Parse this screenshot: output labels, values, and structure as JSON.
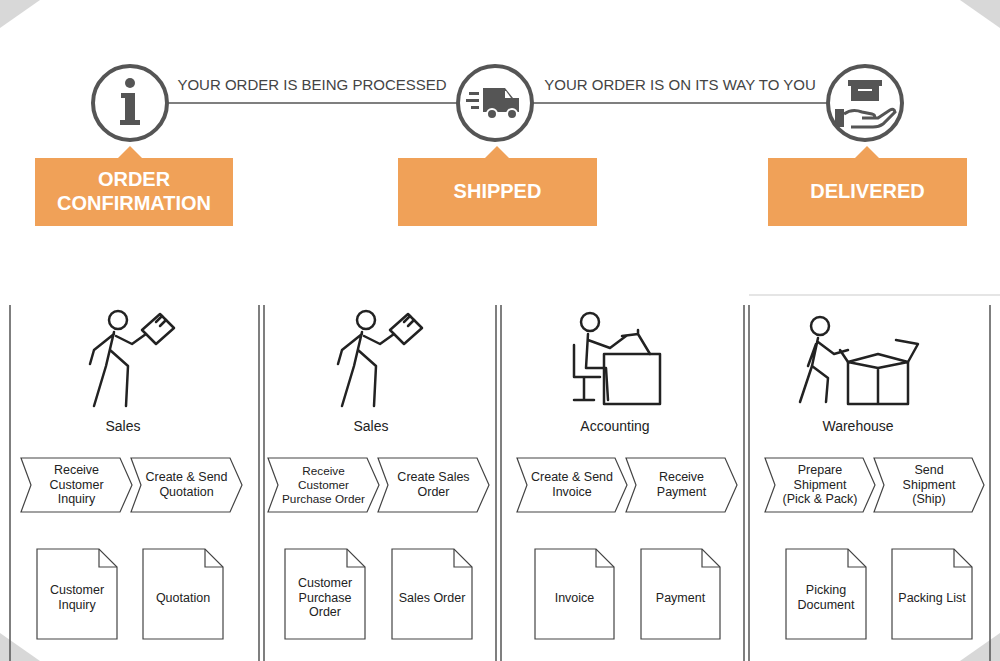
{
  "diagram": {
    "nodes": [
      {
        "text": [
          "ORDER CONFIRMATION"
        ]
      },
      {
        "text": [
          "SHIPPED"
        ]
      },
      {
        "text": [
          "DELIVERED"
        ]
      },
      {
        "text": [
          "Receive Customer Inquiry"
        ]
      },
      {
        "text": [
          "Create & Send Quotation"
        ]
      },
      {
        "text": [
          "Receive Customer Purchase Order"
        ]
      },
      {
        "text": [
          "Create Sales Order"
        ]
      },
      {
        "text": [
          "Create & Send Invoice"
        ]
      },
      {
        "text": [
          "Receive Payment"
        ]
      },
      {
        "text": [
          "Prepare Shipment (Pick & Pack)"
        ]
      },
      {
        "text": [
          "Send Shipment (Ship)"
        ]
      },
      {
        "text": [
          "Customer Inquiry"
        ]
      },
      {
        "text": [
          "Quotation"
        ]
      },
      {
        "text": [
          "Customer Purchase Order"
        ]
      },
      {
        "text": [
          "Sales Order"
        ]
      },
      {
        "text": [
          "Invoice"
        ]
      },
      {
        "text": [
          "Payment"
        ]
      },
      {
        "text": [
          "Picking Document"
        ]
      },
      {
        "text": [
          "Packing List"
        ]
      }
    ],
    "labels": [
      "YOUR ORDER IS BEING PROCESSED",
      "YOUR ORDER IS ON ITS WAY TO YOU",
      "Sales",
      "Sales",
      "Accounting",
      "Warehouse"
    ]
  }
}
